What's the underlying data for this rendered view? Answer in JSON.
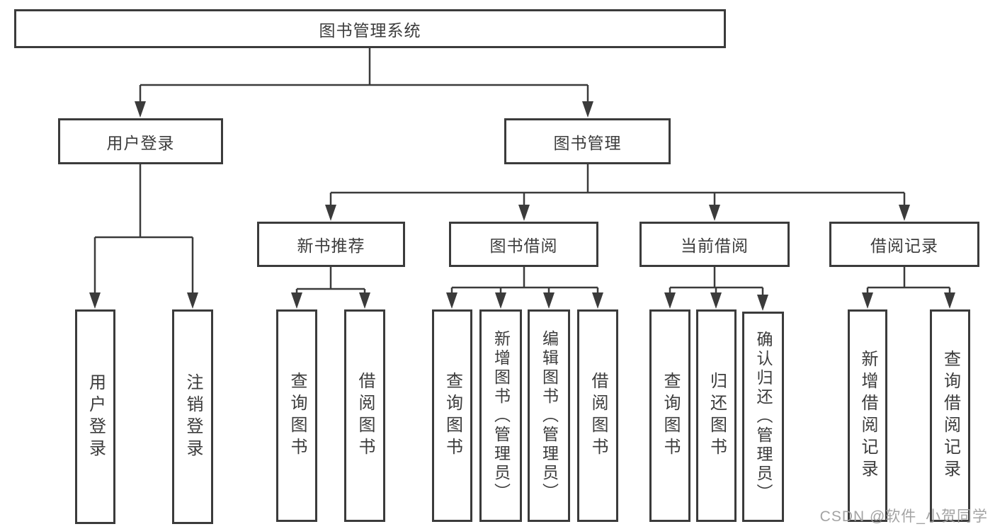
{
  "tree": {
    "root": "图书管理系统",
    "branches": [
      {
        "label": "用户登录",
        "children": [
          "用户登录",
          "注销登录"
        ]
      },
      {
        "label": "图书管理",
        "sections": [
          {
            "label": "新书推荐",
            "children": [
              "查询图书",
              "借阅图书"
            ]
          },
          {
            "label": "图书借阅",
            "children": [
              "查询图书",
              "新增图书（管理员）",
              "编辑图书（管理员）",
              "借阅图书"
            ]
          },
          {
            "label": "当前借阅",
            "children": [
              "查询图书",
              "归还图书",
              "确认归还（管理员）"
            ]
          },
          {
            "label": "借阅记录",
            "children": [
              "新增借阅记录",
              "查询借阅记录"
            ]
          }
        ]
      }
    ]
  },
  "watermark": "CSDN @软件_小贺同学",
  "colors": {
    "line": "#3b3b3b",
    "text": "#3c3c3c",
    "watermark": "#9e9e9e",
    "background": "#ffffff"
  }
}
